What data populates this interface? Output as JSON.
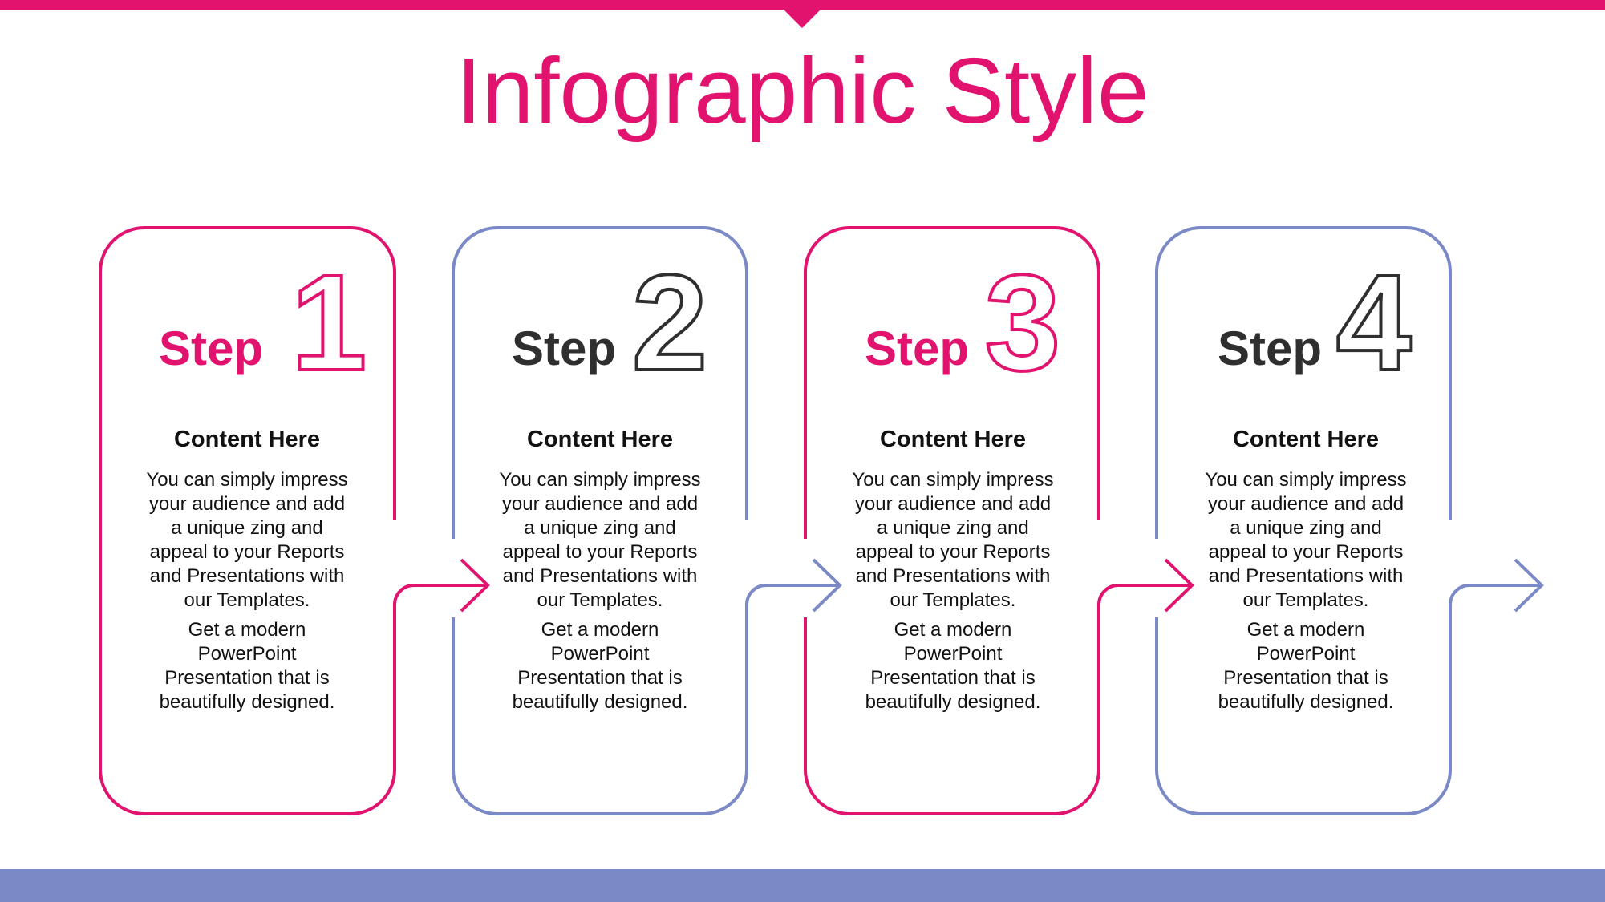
{
  "title": "Infographic Style",
  "colors": {
    "pink": "#E2136F",
    "blue": "#7B8AC6",
    "dark": "#2F2F2F"
  },
  "steps": [
    {
      "label": "Step",
      "number": "1",
      "heading": "Content  Here",
      "text1": "You can simply impress your audience and add a unique zing and appeal to your Reports and Presentations with our Templates.",
      "text2": "Get a modern PowerPoint Presentation that is beautifully designed."
    },
    {
      "label": "Step",
      "number": "2",
      "heading": "Content  Here",
      "text1": "You can simply impress your audience and add a unique zing and appeal to your Reports and Presentations with our Templates.",
      "text2": "Get a modern PowerPoint Presentation that is beautifully designed."
    },
    {
      "label": "Step",
      "number": "3",
      "heading": "Content  Here",
      "text1": "You can simply impress your audience and add a unique zing and appeal to your Reports and Presentations with our Templates.",
      "text2": "Get a modern PowerPoint Presentation that is beautifully designed."
    },
    {
      "label": "Step",
      "number": "4",
      "heading": "Content  Here",
      "text1": "You can simply impress your audience and add a unique zing and appeal to your Reports and Presentations with our Templates.",
      "text2": "Get a modern PowerPoint Presentation that is beautifully designed."
    }
  ]
}
